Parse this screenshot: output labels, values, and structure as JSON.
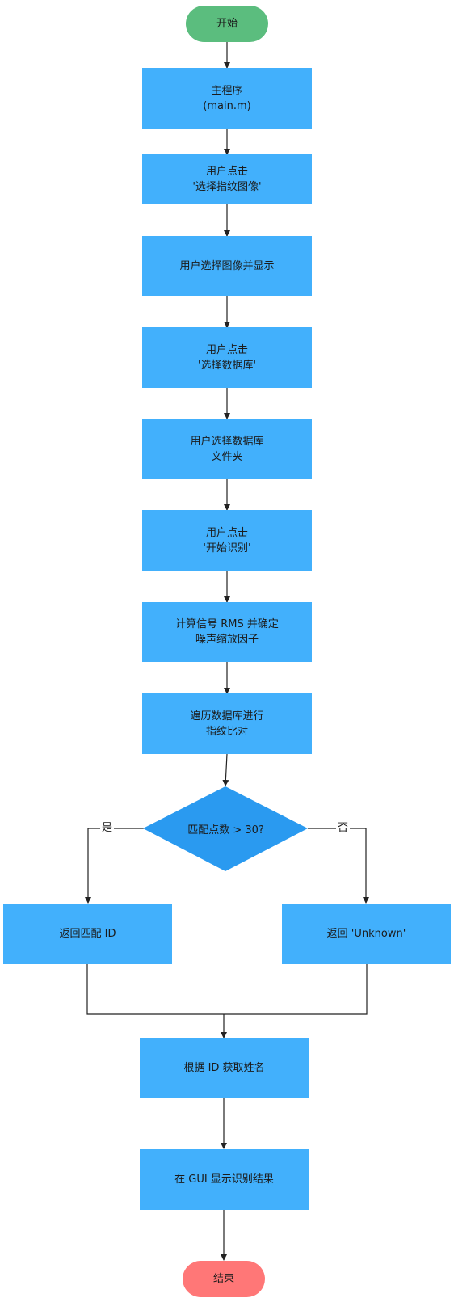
{
  "nodes": {
    "start": "开始",
    "main": "主程序\n(main.m)",
    "click_image": "用户点击\n'选择指纹图像'",
    "select_image": "用户选择图像并显示",
    "click_db": "用户点击\n'选择数据库'",
    "select_db": "用户选择数据库\n文件夹",
    "click_start": "用户点击\n'开始识别'",
    "rms": "计算信号 RMS 并确定\n噪声缩放因子",
    "traverse": "遍历数据库进行\n指纹比对",
    "decision": "匹配点数 > 30?",
    "return_id": "返回匹配 ID",
    "return_unknown": "返回 'Unknown'",
    "get_name": "根据 ID 获取姓名",
    "show_result": "在 GUI 显示识别结果",
    "end": "结束"
  },
  "edge_labels": {
    "yes": "是",
    "no": "否"
  },
  "colors": {
    "process": "#42b0fc",
    "decision": "#2a9af0",
    "start": "#5bbd7e",
    "end": "#ff7777",
    "line": "#222222"
  }
}
